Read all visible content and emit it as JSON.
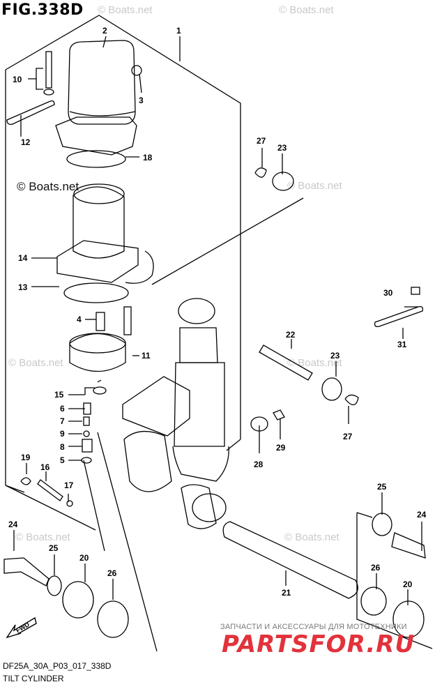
{
  "figure": {
    "title": "FIG.338D",
    "code": "DF25A_30A_P03_017_338D",
    "caption": "TILT CYLINDER"
  },
  "watermarks": {
    "text": "© Boats.net"
  },
  "advert": {
    "line": "ЗАПЧАСТИ И АКСЕССУАРЫ ДЛЯ МОТОТЕХНИКИ",
    "brand": "PARTSFOR.RU",
    "brand_color": "#e2323b"
  },
  "fwd_label": "FWD",
  "callouts": [
    "1",
    "2",
    "3",
    "4",
    "5",
    "6",
    "7",
    "8",
    "9",
    "10",
    "11",
    "12",
    "13",
    "14",
    "15",
    "16",
    "17",
    "18",
    "19",
    "20",
    "20",
    "21",
    "22",
    "23",
    "23",
    "24",
    "24",
    "25",
    "25",
    "26",
    "26",
    "27",
    "27",
    "28",
    "29",
    "30",
    "31"
  ]
}
